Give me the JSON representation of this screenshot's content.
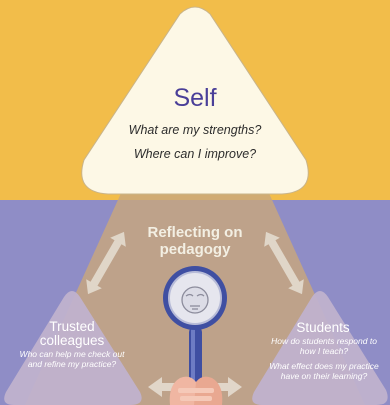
{
  "self": {
    "title": "Self",
    "questions": [
      "What are my strengths?",
      "Where can I improve?"
    ]
  },
  "center": {
    "label": "Reflecting on pedagogy"
  },
  "trusted_colleagues": {
    "title": "Trusted colleagues",
    "question": "Who can help me check out and refine my practice?"
  },
  "students": {
    "title": "Students",
    "questions": [
      "How do students respond to how I teach?",
      "What effect does my practice have on their learning?"
    ]
  },
  "colors": {
    "top_band": "#f2bd4a",
    "bottom_band": "#8f8dc6",
    "self_card": "#fdf8e6",
    "side_card": "#c0b2ce",
    "central_triangle": "#c8a77c",
    "title_purple": "#4a3f98",
    "magnifier_frame": "#3f4fa2"
  },
  "icons": [
    "double-arrow-icon",
    "magnifying-glass-icon",
    "hands-icon",
    "face-icon"
  ]
}
